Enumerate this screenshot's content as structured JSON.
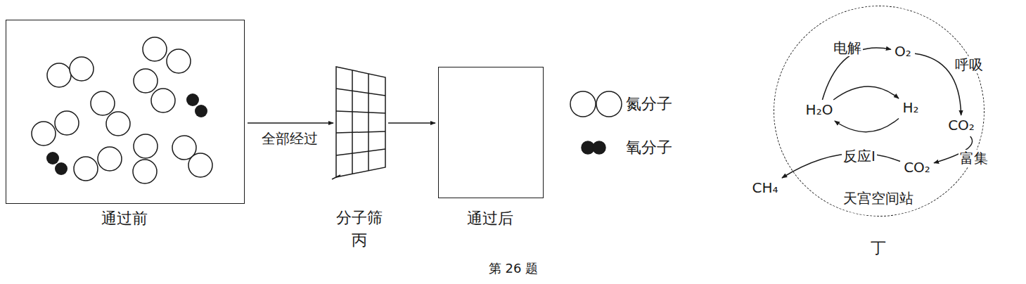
{
  "diagram": {
    "caption": "第 26 题",
    "nodes": [
      {
        "text": [
          "通过前"
        ]
      },
      {
        "text": [
          "分子筛",
          "丙"
        ]
      },
      {
        "text": [
          "通过后"
        ]
      },
      {
        "text": [
          "天宫空间站",
          "丁"
        ]
      },
      {
        "text": [
          "O₂"
        ],
        "in": 3
      },
      {
        "text": [
          "H₂O"
        ],
        "in": 3
      },
      {
        "text": [
          "H₂"
        ],
        "in": 3
      },
      {
        "text": [
          "CO₂"
        ],
        "in": 3
      },
      {
        "text": [
          "CO₂"
        ],
        "in": 3
      },
      {
        "text": [
          "CH₄"
        ]
      }
    ],
    "edges": [
      {
        "from": 0,
        "to": 1,
        "arrow": "to",
        "label": "全部经过"
      },
      {
        "from": 1,
        "to": 2,
        "arrow": "to"
      },
      {
        "from": 5,
        "to": 4,
        "arrow": "to",
        "label": "电解"
      },
      {
        "from": 5,
        "to": 6,
        "arrow": "to"
      },
      {
        "from": 4,
        "to": 7,
        "arrow": "to",
        "label": "呼吸"
      },
      {
        "from": 7,
        "to": 8,
        "arrow": "to",
        "label": "富集"
      },
      {
        "from": 6,
        "to": 5,
        "arrow": "to"
      },
      {
        "from": 8,
        "to": 9,
        "arrow": "to",
        "label": "反应Ⅰ"
      }
    ],
    "legend": [
      {
        "text": "氮分子"
      },
      {
        "text": "氧分子"
      }
    ]
  }
}
